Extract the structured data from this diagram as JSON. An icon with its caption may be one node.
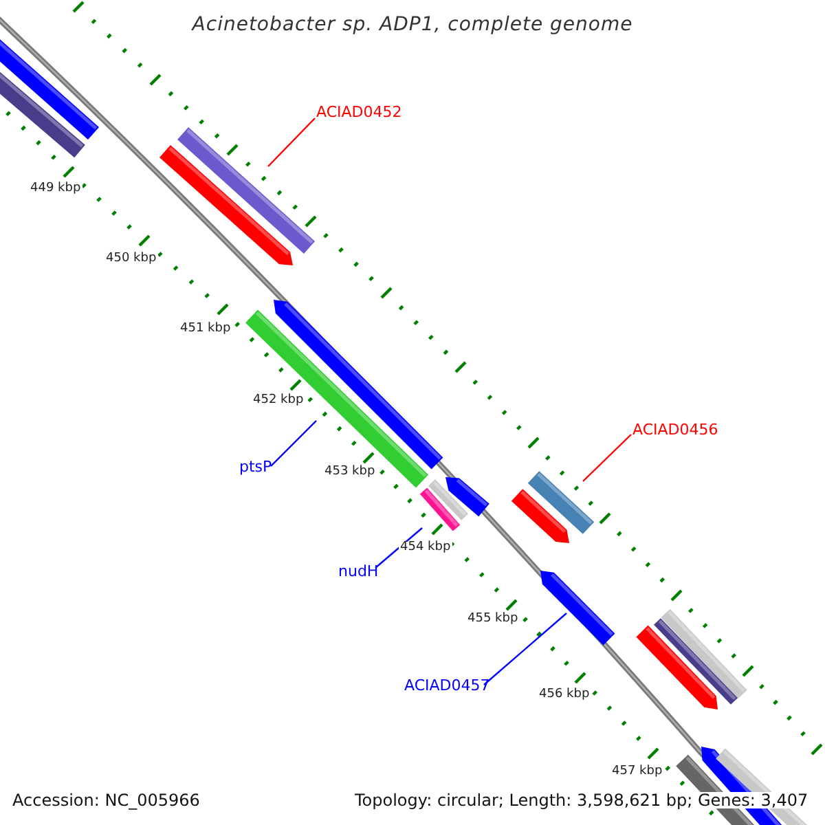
{
  "diagram": {
    "title": "Acinetobacter sp. ADP1, complete genome",
    "nodes": [
      {
        "text": [
          "ACIAD0452"
        ]
      },
      {
        "text": [],
        "shape": "bar"
      },
      {
        "text": [
          "ptsP"
        ]
      },
      {
        "text": [],
        "shape": "bar"
      },
      {
        "text": [
          "ACIAD0456"
        ]
      },
      {
        "text": [],
        "shape": "bar"
      },
      {
        "text": [
          "nudH"
        ]
      },
      {
        "text": [],
        "shape": "bar"
      },
      {
        "text": [
          "ACIAD0457"
        ]
      },
      {
        "text": [],
        "shape": "bar"
      }
    ],
    "edges": [
      {
        "from": 0,
        "to": 1,
        "arrow": "none",
        "color": "#ff0000"
      },
      {
        "from": 2,
        "to": 3,
        "arrow": "none"
      },
      {
        "from": 4,
        "to": 5,
        "arrow": "none",
        "color": "#ff0000"
      },
      {
        "from": 6,
        "to": 7,
        "arrow": "none"
      },
      {
        "from": 8,
        "to": 9,
        "arrow": "none"
      }
    ],
    "labels": [
      "449 kbp",
      "450 kbp",
      "451 kbp",
      "452 kbp",
      "453 kbp",
      "454 kbp",
      "455 kbp",
      "456 kbp",
      "457 kbp",
      "Accession: NC_005966",
      "Topology: circular; Length: 3,598,621 bp; Genes: 3,407"
    ]
  }
}
